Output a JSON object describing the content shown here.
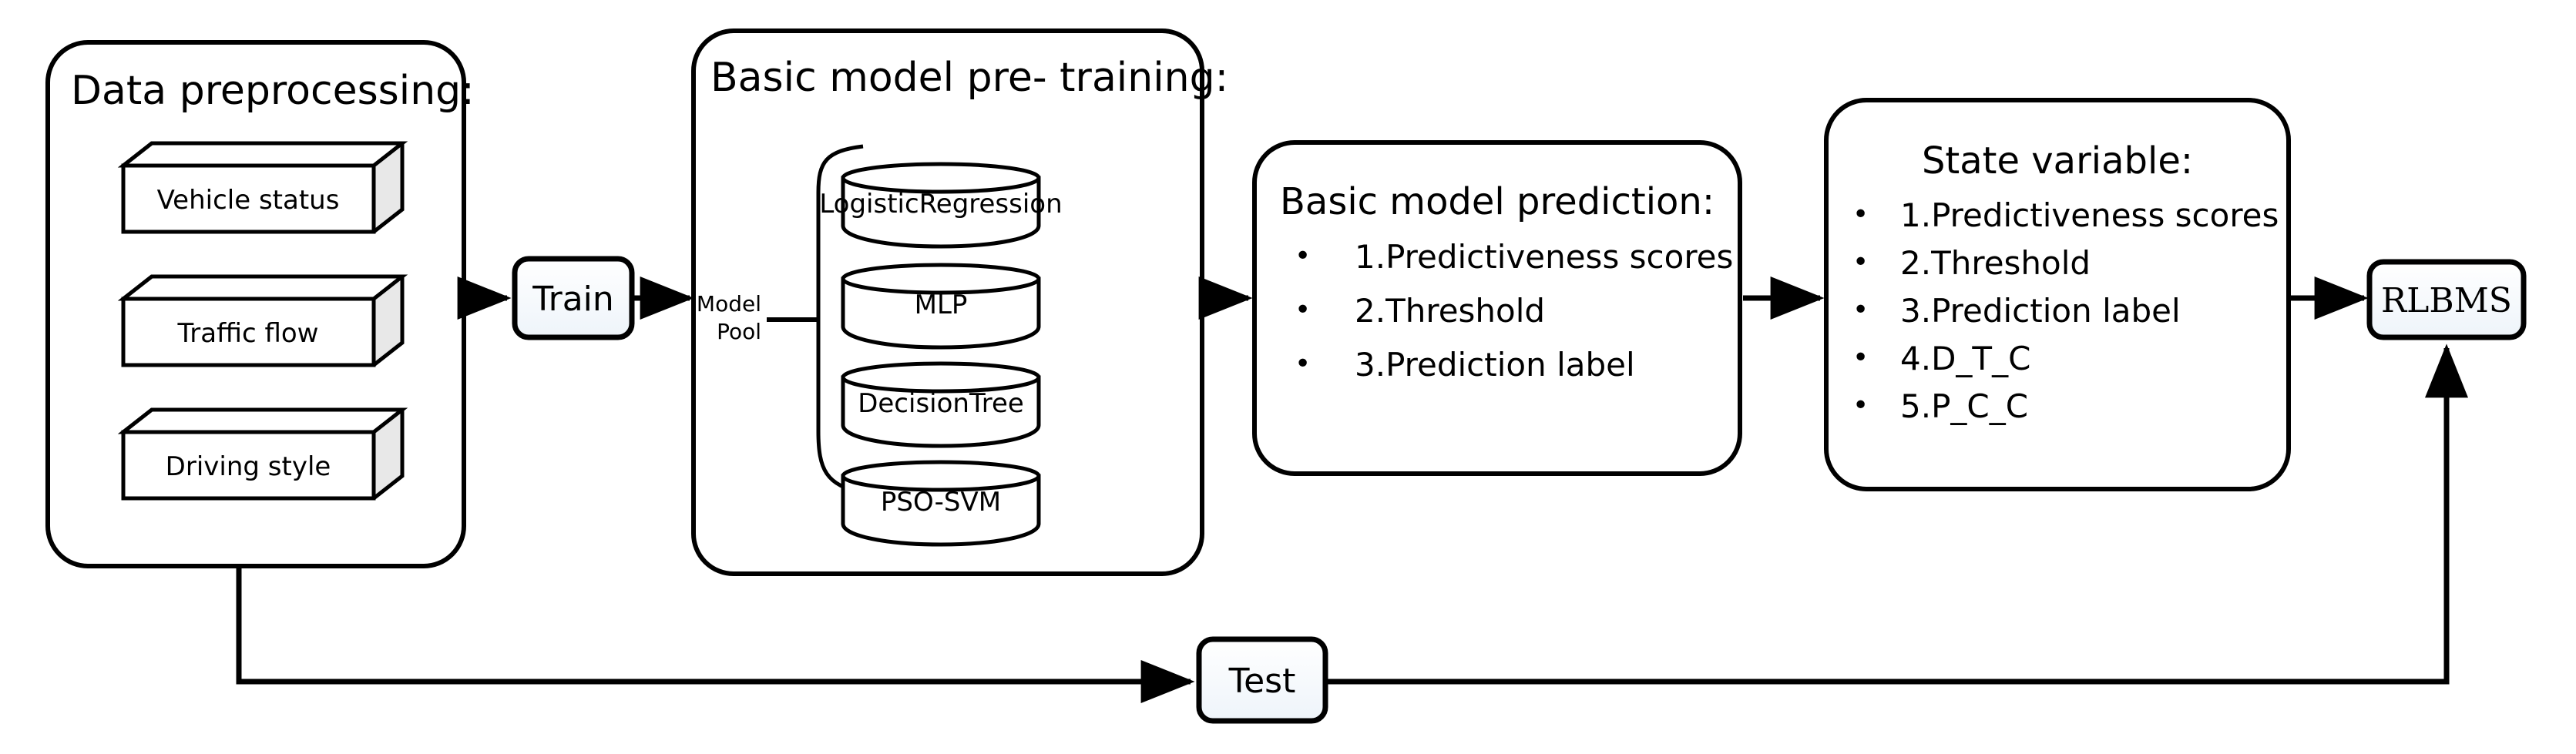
{
  "diagram": {
    "title_hidden": "",
    "stroke_color": "#000000",
    "fill_color": "#ffffff",
    "box_gradient_top": "#ffffff",
    "box_gradient_bottom": "#f2f7fb",
    "side_face_color": "#e6e6e6"
  },
  "data_preprocessing": {
    "title": "Data preprocessing:",
    "items": [
      {
        "label": "Vehicle status"
      },
      {
        "label": "Traffic flow"
      },
      {
        "label": "Driving style"
      }
    ]
  },
  "train_node": {
    "label": "Train"
  },
  "test_node": {
    "label": "Test"
  },
  "model_pool": {
    "label_line1": "Model",
    "label_line2": "Pool"
  },
  "pretraining": {
    "title": "Basic model pre- training:",
    "models": [
      {
        "label": "LogisticRegression"
      },
      {
        "label": "MLP"
      },
      {
        "label": "DecisionTree"
      },
      {
        "label": "PSO-SVM"
      }
    ]
  },
  "prediction": {
    "title": "Basic model prediction:",
    "bullet": "•",
    "items": [
      {
        "label": "1.Predictiveness scores"
      },
      {
        "label": "2.Threshold"
      },
      {
        "label": "3.Prediction label"
      }
    ]
  },
  "state_variable": {
    "title": "State variable:",
    "bullet": "•",
    "items": [
      {
        "label": "1.Predictiveness scores"
      },
      {
        "label": "2.Threshold"
      },
      {
        "label": "3.Prediction label"
      },
      {
        "label": "4.D_T_C"
      },
      {
        "label": "5.P_C_C"
      }
    ]
  },
  "rlbms_node": {
    "label": "RLBMS"
  }
}
